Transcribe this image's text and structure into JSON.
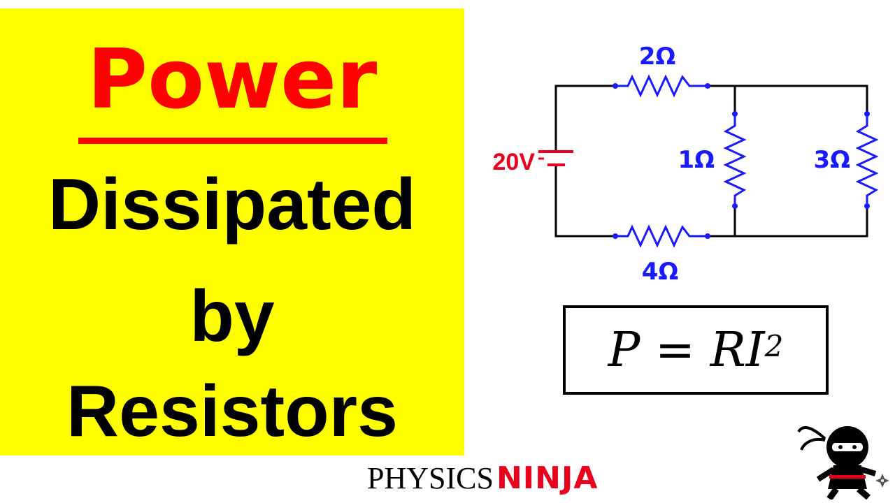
{
  "title": {
    "line1": "Power",
    "line2": "Dissipated",
    "line3": "by",
    "line4": "Resistors"
  },
  "circuit": {
    "source_label": "20V",
    "resistors": {
      "top": "2Ω",
      "middle": "1Ω",
      "right": "3Ω",
      "bottom": "4Ω"
    }
  },
  "formula": {
    "lhs": "P = RI",
    "exponent": "2"
  },
  "brand": {
    "part1": "PHYSICS",
    "part2": "NINJA"
  },
  "colors": {
    "title_panel": "#ffff00",
    "title_accent": "#ff0000",
    "resistor_blue": "#1a1aff",
    "source_red": "#e8001c"
  },
  "icons": {
    "mascot": "ninja-mascot-icon"
  }
}
